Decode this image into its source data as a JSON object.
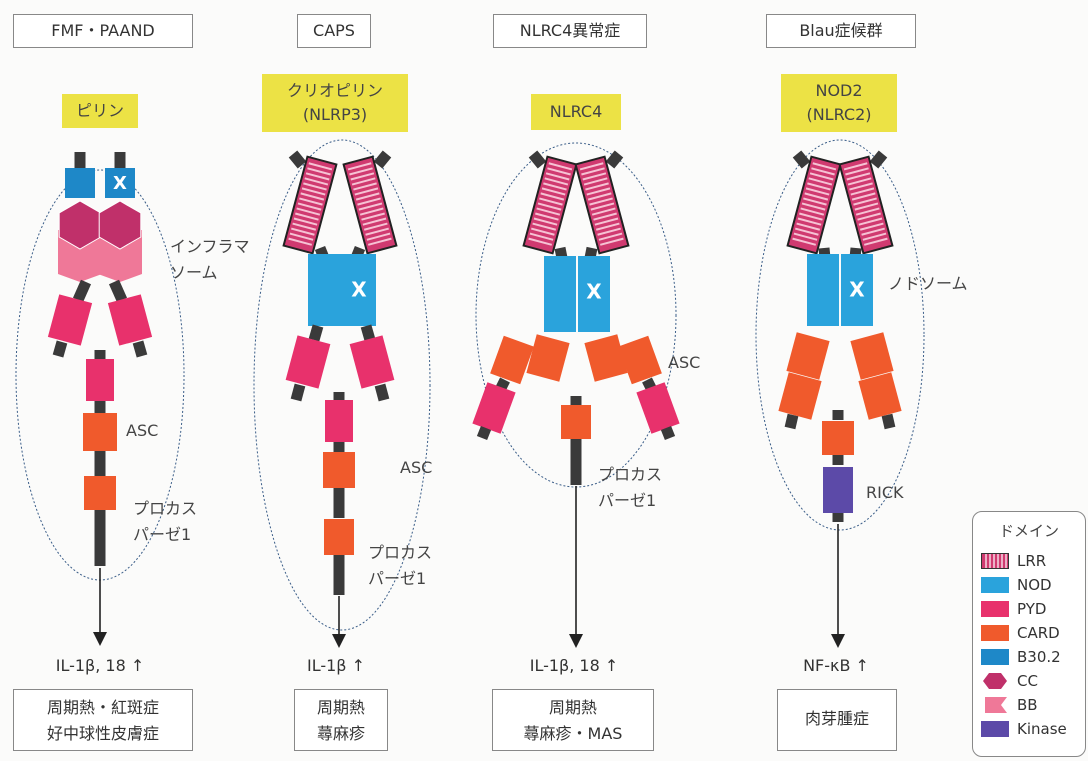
{
  "colors": {
    "lrr": "#d03a70",
    "nod": "#2aa3dc",
    "pyd": "#e8316c",
    "card": "#f05a2c",
    "b302": "#1e88c8",
    "cc": "#c0306a",
    "bb": "#ef7898",
    "kinase": "#5c4aa8",
    "linker": "#3a3a3a",
    "highlight": "#ece245"
  },
  "panels": [
    {
      "disease": "FMF・PAAND",
      "protein": "ピリン",
      "complex_label": "インフラマ\nソーム",
      "adaptor_label": "ASC",
      "caspase_label": "プロカス\nパーゼ1",
      "output": "IL-1β, 18 ↑",
      "phenotype": "周期熱・紅斑症\n好中球性皮膚症"
    },
    {
      "disease": "CAPS",
      "protein": "クリオピリン\n(NLRP3)",
      "mutation_mark": "X",
      "adaptor_label": "ASC",
      "caspase_label": "プロカス\nパーゼ1",
      "output": "IL-1β ↑",
      "phenotype": "周期熱\n蕁麻疹"
    },
    {
      "disease": "NLRC4異常症",
      "protein": "NLRC4",
      "mutation_mark": "X",
      "adaptor_label": "ASC",
      "caspase_label": "プロカス\nパーゼ1",
      "output": "IL-1β, 18 ↑",
      "phenotype": "周期熱\n蕁麻疹・MAS"
    },
    {
      "disease": "Blau症候群",
      "protein": "NOD2\n(NLRC2)",
      "mutation_mark": "X",
      "complex_label": "ノドソーム",
      "kinase_label": "RICK",
      "output": "NF-κB ↑",
      "phenotype": "肉芽腫症"
    }
  ],
  "pyrin_mutation_mark": "X",
  "legend": {
    "title": "ドメイン",
    "items": [
      {
        "label": "LRR",
        "shape": "lrr",
        "color": "#d03a70"
      },
      {
        "label": "NOD",
        "shape": "rect",
        "color": "#2aa3dc"
      },
      {
        "label": "PYD",
        "shape": "rect",
        "color": "#e8316c"
      },
      {
        "label": "CARD",
        "shape": "rect",
        "color": "#f05a2c"
      },
      {
        "label": "B30.2",
        "shape": "rect",
        "color": "#1e88c8"
      },
      {
        "label": "CC",
        "shape": "hex",
        "color": "#c0306a"
      },
      {
        "label": "BB",
        "shape": "chevron",
        "color": "#ef7898"
      },
      {
        "label": "Kinase",
        "shape": "rect",
        "color": "#5c4aa8"
      }
    ]
  }
}
